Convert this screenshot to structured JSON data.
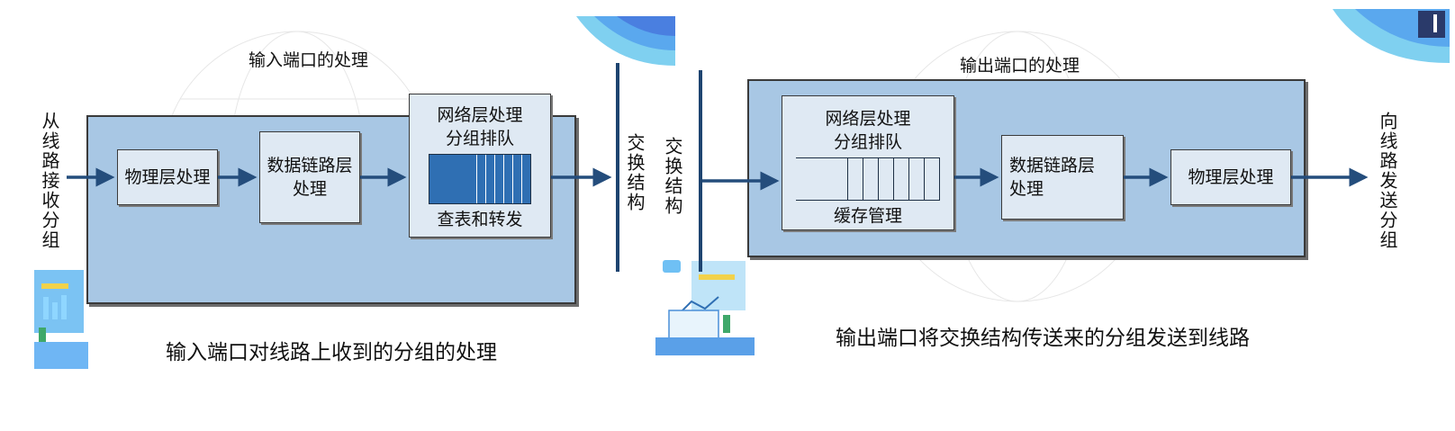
{
  "left": {
    "title": "输入端口的处理",
    "source_label": "从线路接收分组",
    "physical_box": "物理层处理",
    "datalink_box_line1": "数据链路层",
    "datalink_box_line2": "处理",
    "network_box_line1": "网络层处理",
    "network_box_line2": "分组排队",
    "network_box_bottom": "查表和转发",
    "switch_label": "交换结构",
    "caption": "输入端口对线路上收到的分组的处理"
  },
  "right": {
    "title": "输出端口的处理",
    "switch_label": "交换结构",
    "network_box_line1": "网络层处理",
    "network_box_line2": "分组排队",
    "network_box_bottom": "缓存管理",
    "datalink_box_line1": "数据链路层",
    "datalink_box_line2": "处理",
    "physical_box": "物理层处理",
    "dest_label": "向线路发送分组",
    "caption": "输出端口将交换结构传送来的分组发送到线路"
  },
  "colors": {
    "panel_fill": "#a8c7e4",
    "box_fill": "#dfe9f3",
    "arrow": "#244d7c",
    "queue_filled": "#2f6fb3"
  }
}
